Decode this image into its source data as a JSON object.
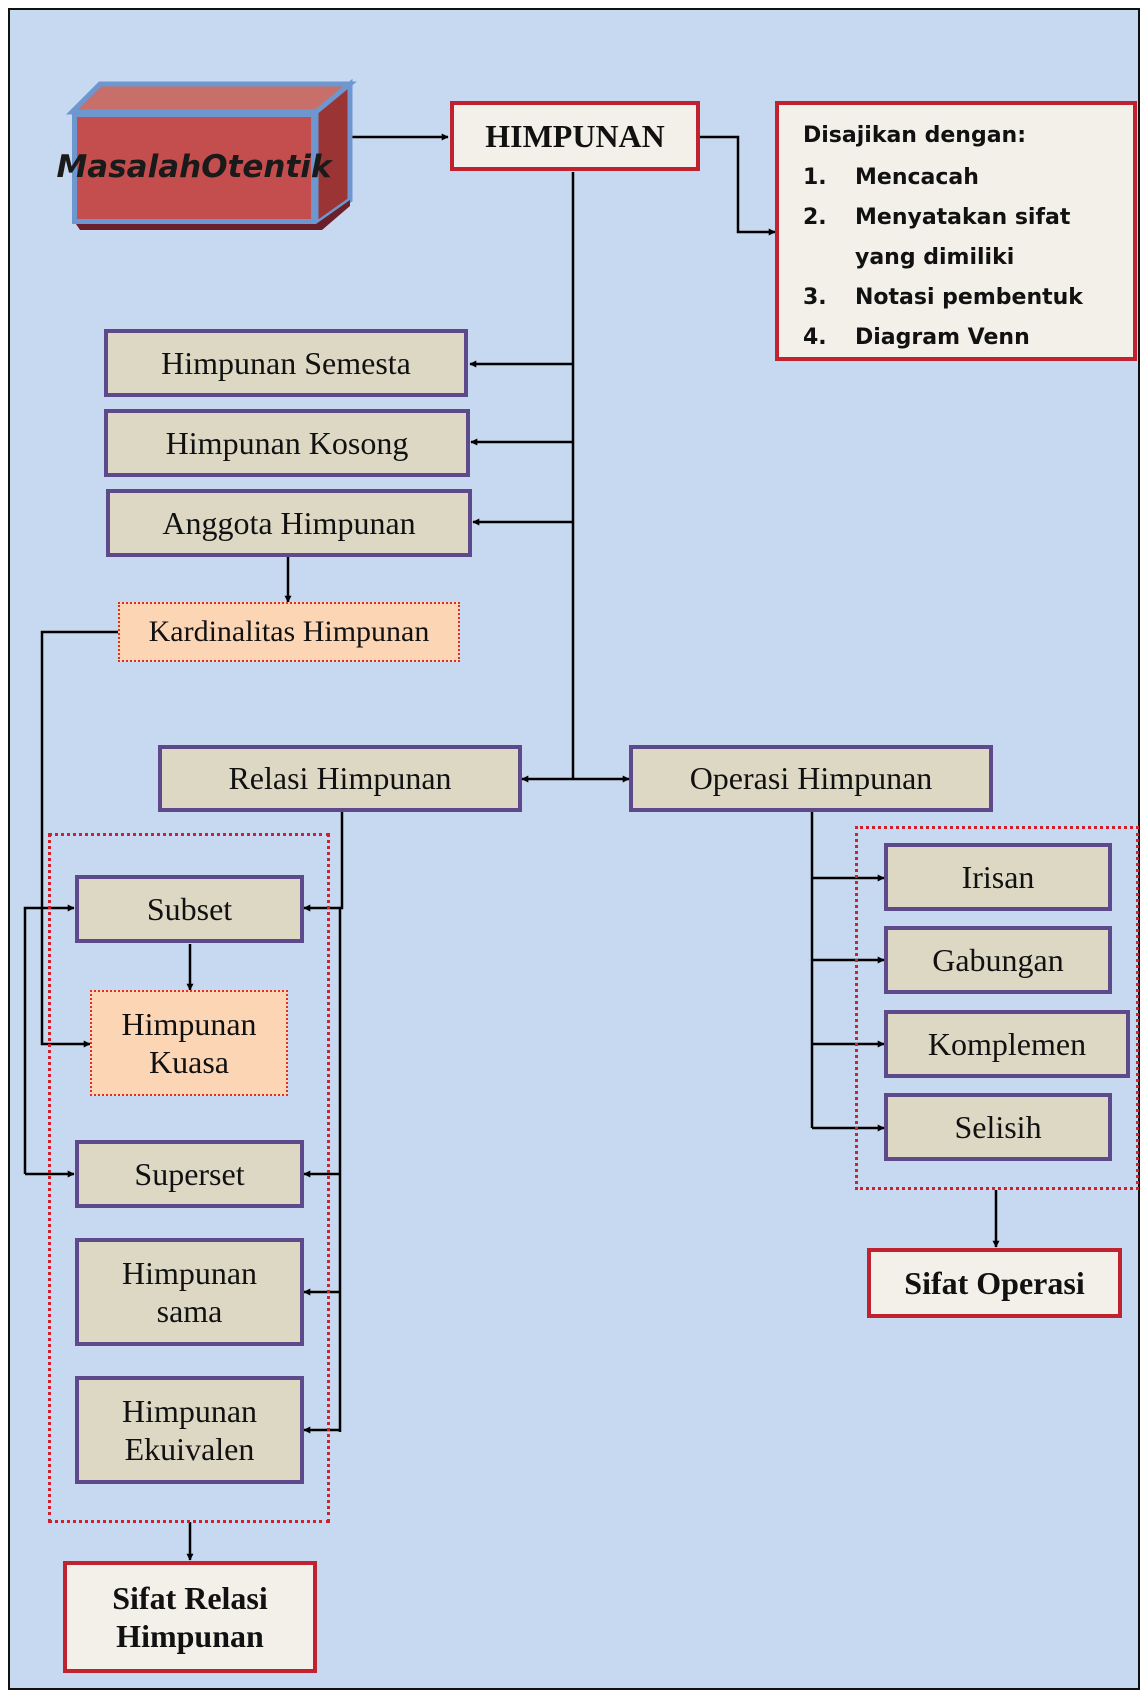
{
  "title": "HIMPUNAN",
  "source_box": {
    "line1": "Masalah",
    "line2": "Otentik"
  },
  "representation": {
    "heading": "Disajikan dengan:",
    "items": [
      {
        "num": "1.",
        "text": "Mencacah"
      },
      {
        "num": "2.",
        "text": "Menyatakan sifat yang dimiliki"
      },
      {
        "num": "3.",
        "text": "Notasi pembentuk"
      },
      {
        "num": "4.",
        "text": "Diagram Venn"
      }
    ]
  },
  "concepts": {
    "semesta": "Himpunan Semesta",
    "kosong": "Himpunan Kosong",
    "anggota": "Anggota Himpunan",
    "kardinalitas": "Kardinalitas Himpunan"
  },
  "relasi": {
    "label": "Relasi Himpunan",
    "items": {
      "subset": "Subset",
      "kuasa": "Himpunan\nKuasa",
      "superset": "Superset",
      "sama": "Himpunan\nsama",
      "ekuivalen": "Himpunan\nEkuivalen"
    },
    "sifat": "Sifat Relasi\nHimpunan"
  },
  "operasi": {
    "label": "Operasi Himpunan",
    "items": {
      "irisan": "Irisan",
      "gabungan": "Gabungan",
      "komplemen": "Komplemen",
      "selisih": "Selisih"
    },
    "sifat": "Sifat Operasi"
  },
  "colors": {
    "background": "#c6d9f1",
    "node_fill": "#ddd8c4",
    "node_border": "#5e4a8a",
    "title_border": "#c0222f",
    "highlight_fill": "#fcd5b5",
    "source_fill": "#c44e4e"
  }
}
